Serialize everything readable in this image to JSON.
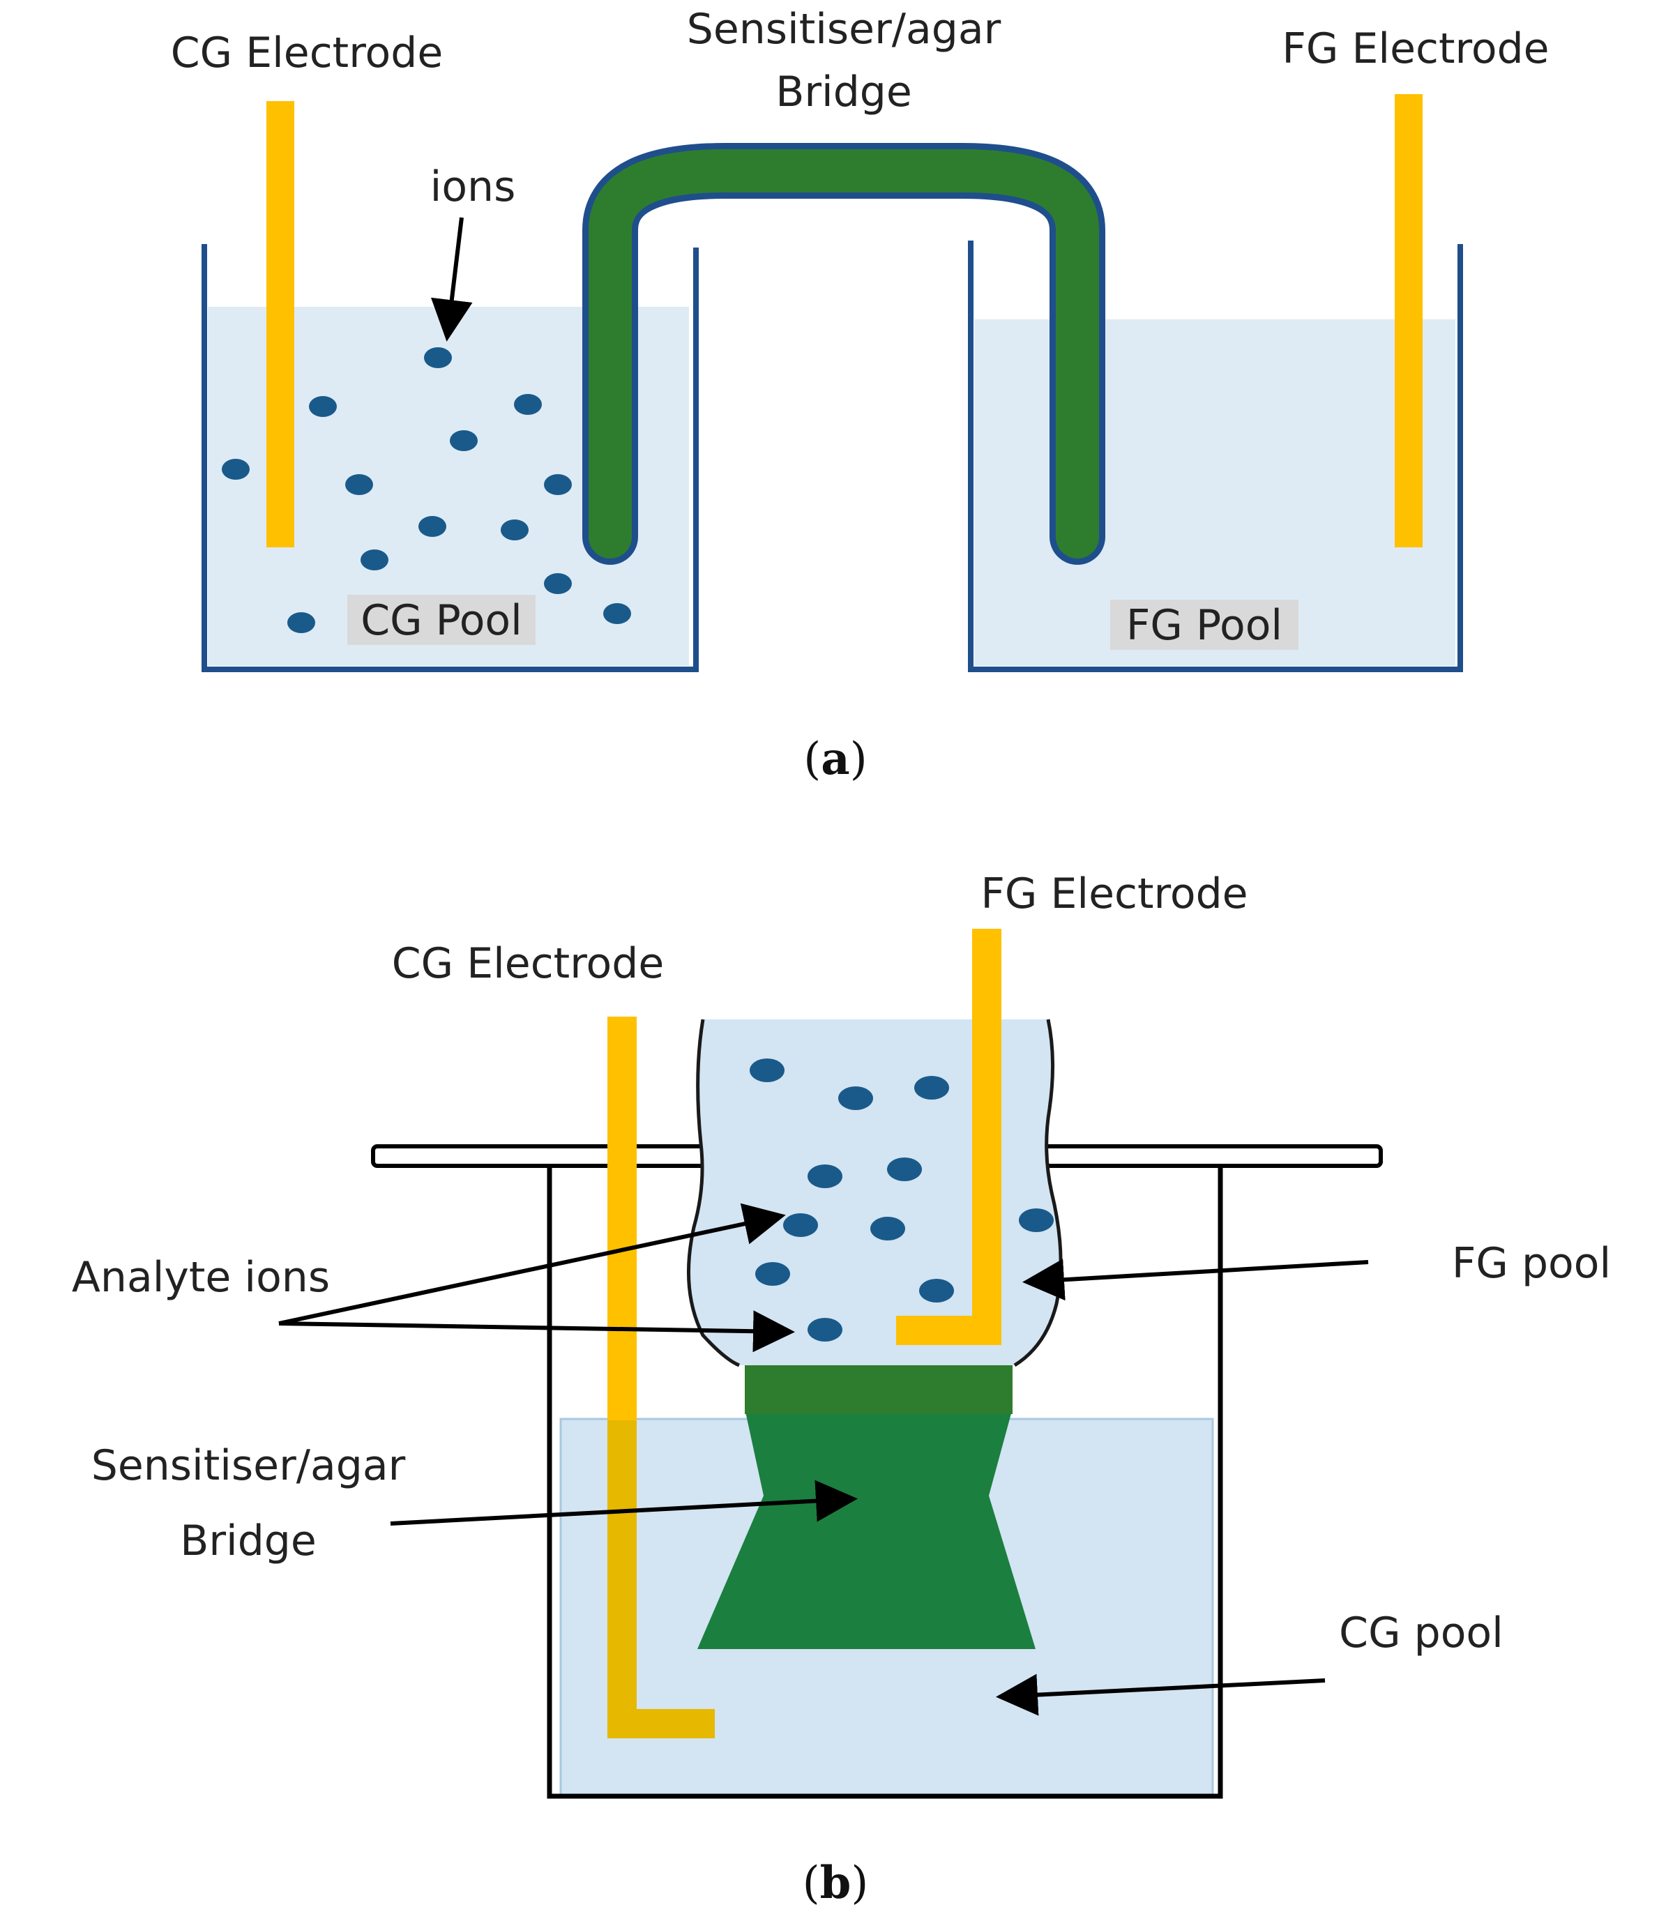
{
  "panel_a": {
    "cg_electrode": "CG Electrode",
    "bridge_line1": "Sensitiser/agar",
    "bridge_line2": "Bridge",
    "fg_electrode": "FG Electrode",
    "ions": "ions",
    "cg_pool": "CG Pool",
    "fg_pool": "FG Pool",
    "caption_open": "(",
    "caption_letter": "a",
    "caption_close": ")"
  },
  "panel_b": {
    "fg_electrode": "FG Electrode",
    "cg_electrode": "CG Electrode",
    "analyte_ions": "Analyte ions",
    "fg_pool": "FG pool",
    "bridge_line1": "Sensitiser/agar",
    "bridge_line2": "Bridge",
    "cg_pool": "CG pool",
    "caption_open": "(",
    "caption_letter": "b",
    "caption_close": ")"
  },
  "colors": {
    "electrode": "#FFC000",
    "electrode_submerged": "#E6B800",
    "bridge_dark": "#2E7D2E",
    "bridge_body": "#1B7F3F",
    "vessel_outline_a": "#1F4E8C",
    "liquid": "#DEEBF5",
    "ion": "#1A5A8A",
    "label_bg": "#D9D9D9"
  }
}
